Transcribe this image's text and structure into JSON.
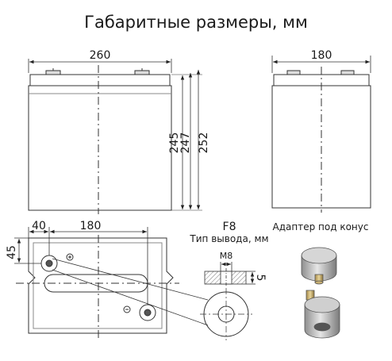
{
  "title": "Габаритные размеры, мм",
  "front": {
    "width": "260",
    "h1": "245",
    "h2": "247",
    "h3": "252"
  },
  "side": {
    "width": "180"
  },
  "top": {
    "offset_x": "40",
    "spacing": "180",
    "offset_y": "45"
  },
  "terminal": {
    "code": "F8",
    "type_label": "Тип вывода, мм",
    "thread": "M8",
    "depth": "5"
  },
  "adapter": {
    "label": "Адаптер под конус"
  }
}
